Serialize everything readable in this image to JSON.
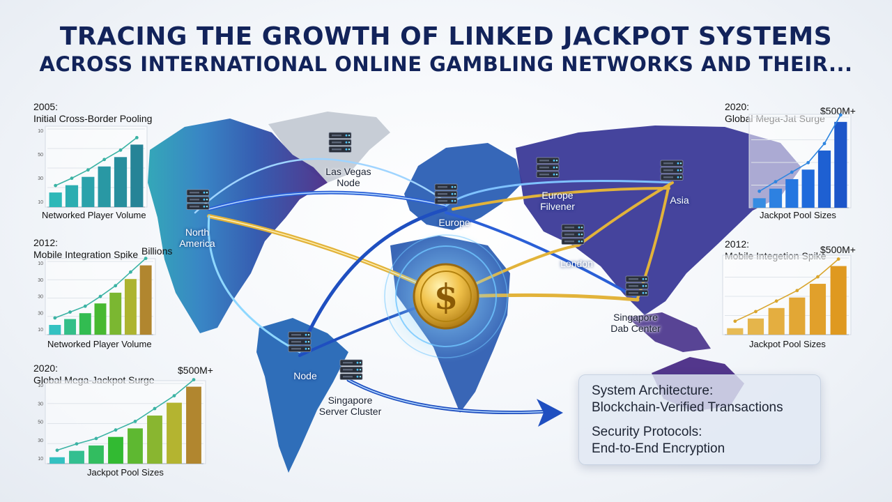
{
  "title": {
    "line1": "TRACING THE GROWTH OF LINKED JACKPOT SYSTEMS",
    "line2": "ACROSS INTERNATIONAL ONLINE GAMBLING NETWORKS AND THEIR..."
  },
  "map_labels": {
    "las_vegas": "Las Vegas\nNode",
    "north_america": "North\nAmerica",
    "europe_north": "Europe\nFilvener",
    "europe": "Europe",
    "asia": "Asia",
    "london": "London",
    "singapore_dc": "Singapore\nDab Center",
    "node": "Node",
    "singapore_sc": "Singapore\nServer Cluster"
  },
  "coin_symbol": "$",
  "info_box": {
    "heading1": "System Architecture:",
    "text1": "Blockchain-Verified Transactions",
    "heading2": "Security Protocols:",
    "text2": "End-to-End Encryption"
  },
  "colors": {
    "title": "#12235a",
    "teal": "#1f9fb0",
    "blue": "#1f5fd0",
    "gold": "#e2b33a",
    "purple": "#4a2c86"
  },
  "chart_data": [
    {
      "type": "bar",
      "year": "2005:",
      "title": "Initial Cross-Border Pooling",
      "xlabel": "Networked Player Volume",
      "ytick_labels": [
        "10",
        "30",
        "50",
        "10"
      ],
      "values": [
        14,
        21,
        29,
        39,
        48,
        60
      ],
      "ylim": [
        0,
        75
      ],
      "palette": "teal"
    },
    {
      "type": "bar",
      "year": "2012:",
      "title": "Mobile Integration Spike",
      "annotation": "Billions",
      "xlabel": "Networked Player Volume",
      "ytick_labels": [
        "10",
        "30",
        "30",
        "30",
        "10"
      ],
      "values": [
        10,
        16,
        22,
        32,
        43,
        57,
        71
      ],
      "ylim": [
        0,
        75
      ],
      "palette": "tealgold"
    },
    {
      "type": "bar",
      "year": "2020:",
      "title": "Global Mega-Jackpot Surge",
      "annotation": "$500M+",
      "xlabel": "Jackpot Pool Sizes",
      "ytick_labels": [
        "10",
        "30",
        "50",
        "30",
        "10"
      ],
      "values": [
        6,
        12,
        17,
        25,
        33,
        45,
        57,
        72
      ],
      "ylim": [
        0,
        75
      ],
      "palette": "tealgold"
    },
    {
      "type": "bar",
      "year": "2020:",
      "title": "Global Mega-Jat Surge",
      "annotation": "$500M+",
      "xlabel": "Jackpot Pool Sizes",
      "values": [
        10,
        20,
        30,
        40,
        60,
        90
      ],
      "ylim": [
        0,
        95
      ],
      "palette": "blue"
    },
    {
      "type": "bar",
      "year": "2012:",
      "title": "Mobile Integetion Spike",
      "annotation": "$500M+",
      "xlabel": "Jackpot Pool Sizes",
      "values": [
        8,
        20,
        33,
        46,
        63,
        85
      ],
      "ylim": [
        0,
        95
      ],
      "palette": "gold"
    }
  ]
}
